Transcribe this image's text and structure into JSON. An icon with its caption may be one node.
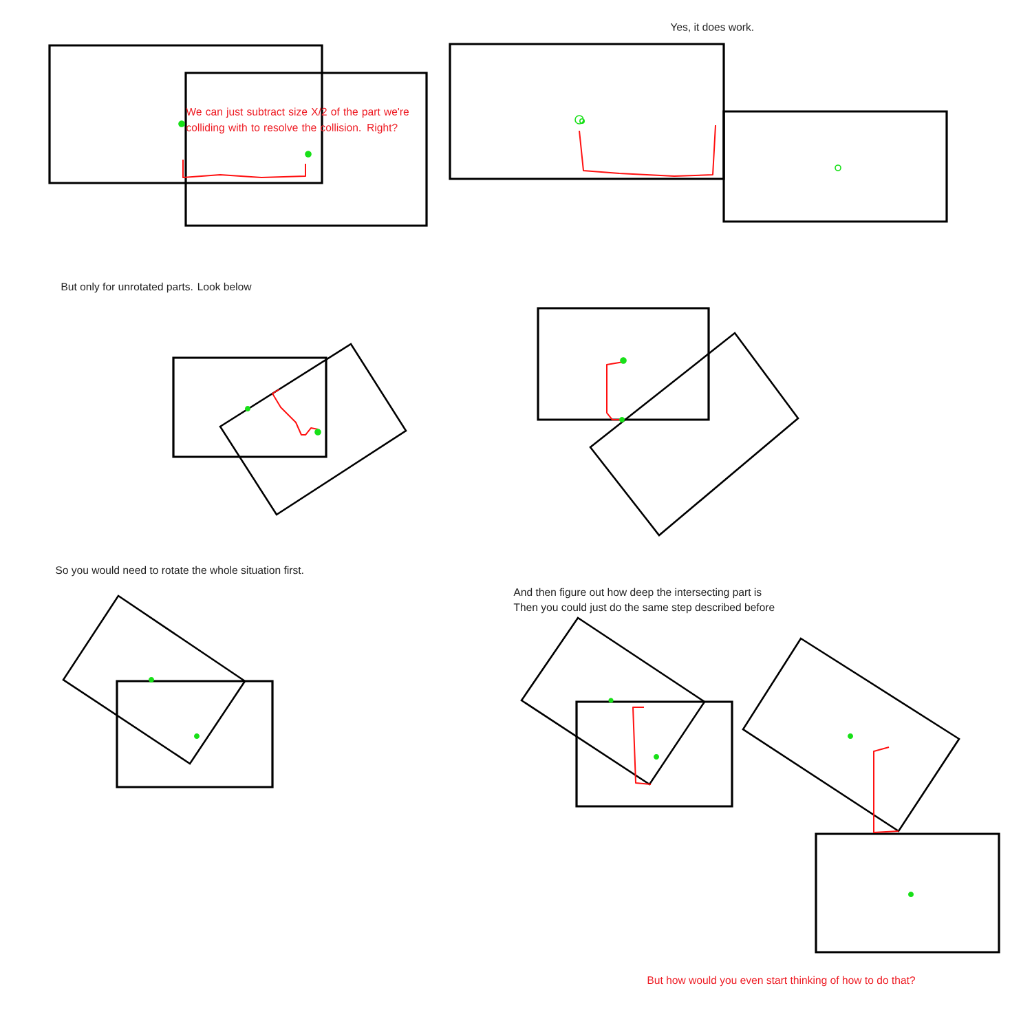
{
  "diagram": {
    "labels": [
      "Yes, it does work.",
      "We can just subtract size X/2 of the part we're colliding with to resolve the collision. Right?",
      "But  only for unrotated parts. Look below",
      "So you would need to rotate the whole situation first.",
      "And then figure out how deep the intersecting part is",
      "Then you could just do the same step described before",
      "But how would you even start thinking of how to do that?"
    ]
  }
}
